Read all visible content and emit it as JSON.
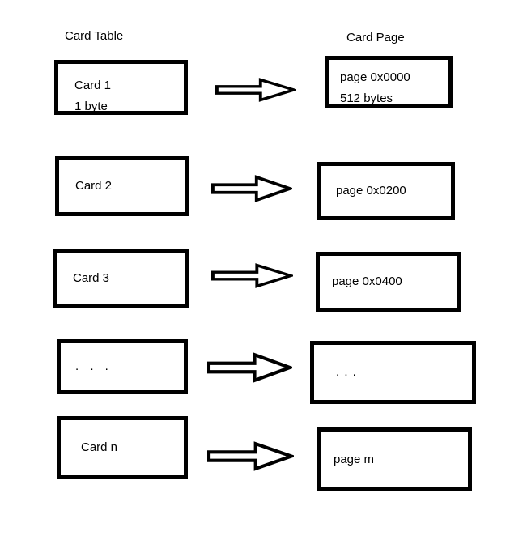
{
  "diagram": {
    "left_column_title": "Card Table",
    "right_column_title": "Card Page",
    "rows": [
      {
        "card": [
          "Card 1",
          "1 byte"
        ],
        "page": [
          "page 0x0000",
          "512 bytes"
        ]
      },
      {
        "card": [
          "Card 2"
        ],
        "page": [
          "page 0x0200"
        ]
      },
      {
        "card": [
          "Card 3"
        ],
        "page": [
          "page 0x0400"
        ]
      },
      {
        "card": [
          ". . ."
        ],
        "page": [
          ". . ."
        ]
      },
      {
        "card": [
          "Card n"
        ],
        "page": [
          "page m"
        ]
      }
    ],
    "arrow_direction": "right",
    "colors": {
      "ink": "#000000",
      "background": "#ffffff"
    }
  }
}
